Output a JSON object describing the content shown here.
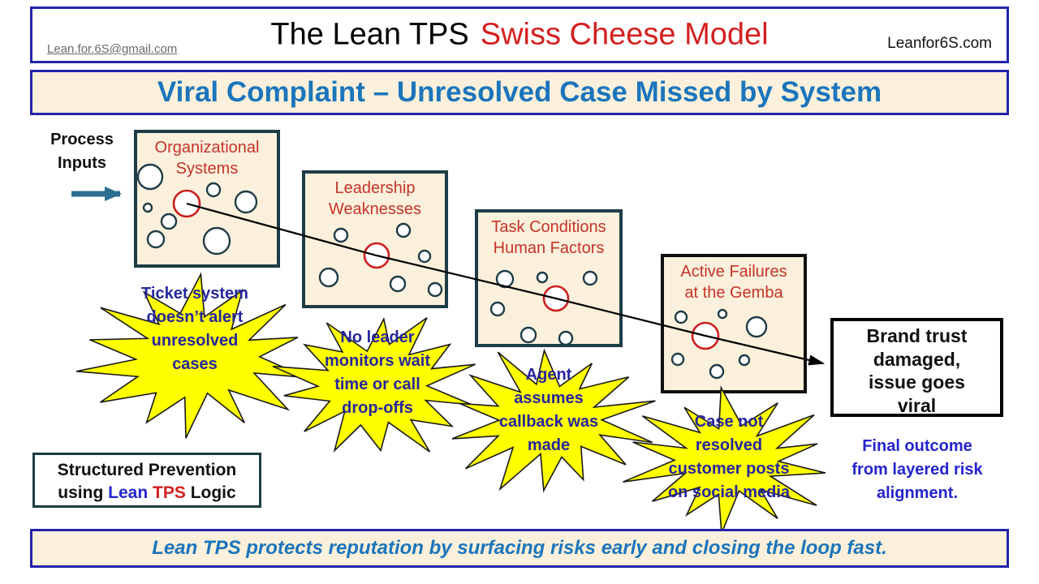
{
  "header": {
    "email": "Lean.for.6S@gmail.com",
    "title_black": "The Lean TPS",
    "title_red": "Swiss Cheese Model",
    "site": "Leanfor6S.com"
  },
  "banner": {
    "title": "Viral Complaint – Unresolved Case Missed by System"
  },
  "process_inputs": {
    "label": "Process\nInputs"
  },
  "slices": [
    {
      "title": "Organizational\nSystems"
    },
    {
      "title": "Leadership\nWeaknesses"
    },
    {
      "title": "Task Conditions\nHuman Factors"
    },
    {
      "title": "Active Failures\nat the Gemba"
    }
  ],
  "callouts": [
    {
      "text": "Ticket system\ndoesn’t alert\nunresolved\ncases"
    },
    {
      "text": "No leader\nmonitors wait\ntime or call\ndrop-offs"
    },
    {
      "text": "Agent\nassumes\ncallback was\nmade"
    },
    {
      "text": "Case not\nresolved\ncustomer posts\non social media"
    }
  ],
  "outcome_box": {
    "text": "Brand trust\ndamaged,\nissue goes\nviral"
  },
  "outcome_note": {
    "text": "Final outcome\nfrom layered risk\nalignment."
  },
  "prevention_box": {
    "line1": "Structured Prevention",
    "using": "using",
    "lean": "Lean",
    "tps": "TPS",
    "logic": "Logic"
  },
  "footer": {
    "text": "Lean TPS protects reputation by surfacing risks early and closing the loop fast."
  },
  "colors": {
    "navy_border": "#2323AC",
    "cream": "#FBF0DB",
    "steel_blue_text": "#1B75BB",
    "slice_red_text": "#C5332B",
    "bright_red": "#D42020",
    "callout_navy": "#26269E",
    "note_blue": "#2424CE",
    "slate_border": "#1E3C46",
    "starburst_yellow": "#FFFF00",
    "arrow_teal": "#2C6E91"
  }
}
